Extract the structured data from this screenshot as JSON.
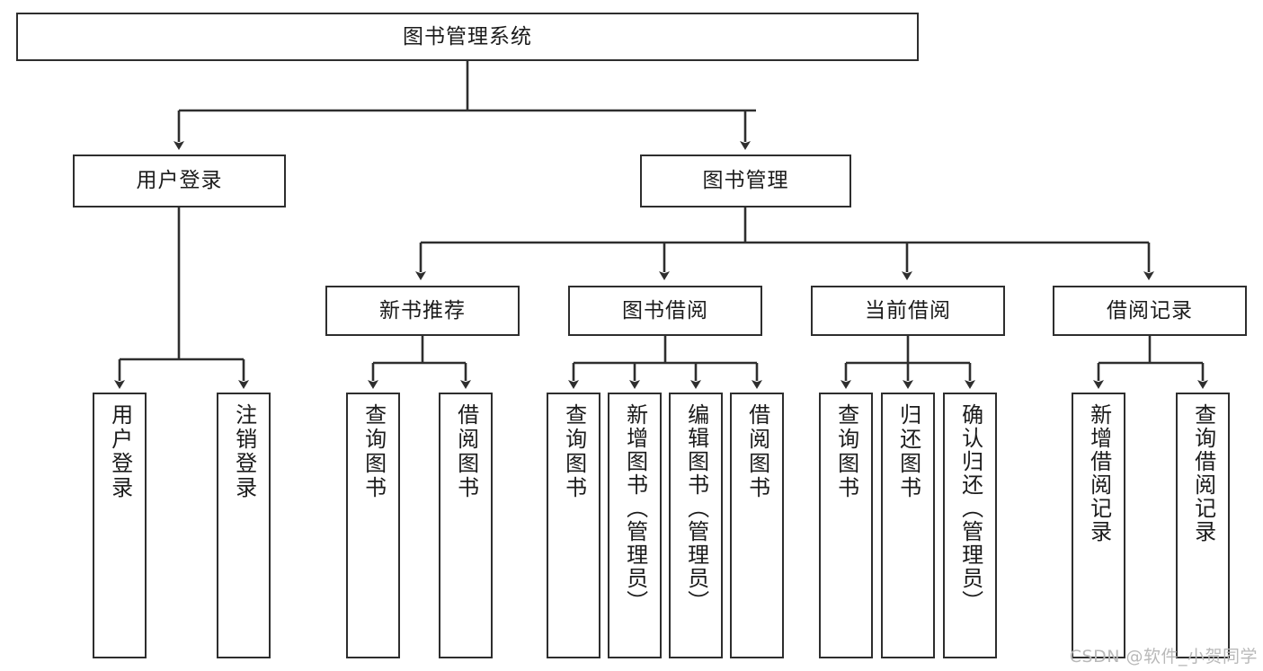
{
  "diagram": {
    "title": "图书管理系统",
    "type": "tree",
    "watermark": "CSDN @软件_小贺同学",
    "colors": {
      "stroke": "#2e2e2e",
      "fill": "#ffffff",
      "text": "#1b1b1b",
      "watermark": "#b9b9b9"
    },
    "nodes": {
      "root": {
        "label": "图书管理系统"
      },
      "level2": [
        {
          "label": "用户登录"
        },
        {
          "label": "图书管理"
        }
      ],
      "level3": [
        {
          "label": "新书推荐"
        },
        {
          "label": "图书借阅"
        },
        {
          "label": "当前借阅"
        },
        {
          "label": "借阅记录"
        }
      ],
      "leaves": {
        "user_login": [
          {
            "label": "用户登录"
          },
          {
            "label": "注销登录"
          }
        ],
        "new_book": [
          {
            "label": "查询图书"
          },
          {
            "label": "借阅图书"
          }
        ],
        "book_borrow": [
          {
            "label": "查询图书"
          },
          {
            "label": "新增图书（管理员）"
          },
          {
            "label": "编辑图书（管理员）"
          },
          {
            "label": "借阅图书"
          }
        ],
        "current_borrow": [
          {
            "label": "查询图书"
          },
          {
            "label": "归还图书"
          },
          {
            "label": "确认归还（管理员）"
          }
        ],
        "borrow_record": [
          {
            "label": "新增借阅记录"
          },
          {
            "label": "查询借阅记录"
          }
        ]
      }
    }
  }
}
